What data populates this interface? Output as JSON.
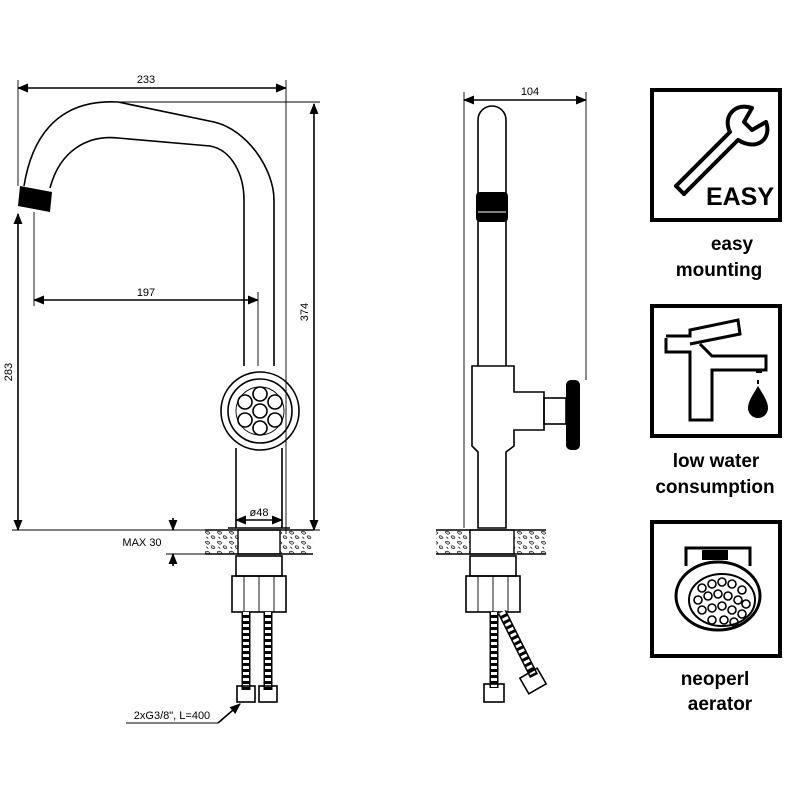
{
  "dimensions": {
    "width_total": "233",
    "spout_reach": "197",
    "height_total": "374",
    "spout_height": "283",
    "base_diameter": "ø48",
    "max_thickness": "MAX 30",
    "side_width": "104",
    "hose_spec": "2xG3/8\", L=400"
  },
  "features": [
    {
      "icon": "wrench-icon",
      "badge": "EASY",
      "label_line1": "easy",
      "label_line2": "mounting"
    },
    {
      "icon": "faucet-drop-icon",
      "label_line1": "low water",
      "label_line2": "consumption"
    },
    {
      "icon": "aerator-icon",
      "label_line1": "neoperl",
      "label_line2": "aerator"
    }
  ]
}
